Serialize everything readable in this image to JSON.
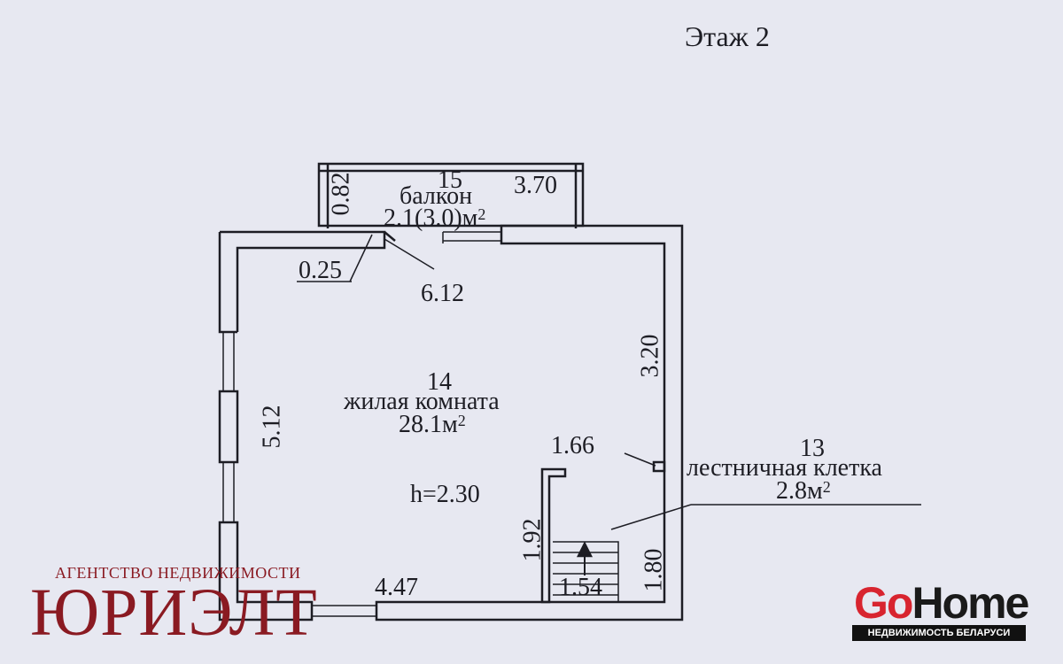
{
  "floor_title": "Этаж 2",
  "balcony": {
    "number": "15",
    "name": "балкон",
    "area_main": "2.1(3.0)м",
    "area_sup": "2",
    "width_dim": "3.70",
    "depth_dim": "0.82"
  },
  "room": {
    "number": "14",
    "name": "жилая комната",
    "area_main": "28.1м",
    "area_sup": "2",
    "height": "h=2.30",
    "dim_top": "6.12",
    "dim_left": "5.12",
    "dim_right": "3.20",
    "dim_bottom": "4.47",
    "dim_wall": "0.25"
  },
  "stair": {
    "number": "13",
    "name": "лестничная клетка",
    "area_main": "2.8м",
    "area_sup": "2",
    "dim_top": "1.66",
    "dim_side": "1.92",
    "dim_right": "1.80",
    "dim_bottom": "1.54"
  },
  "agency": {
    "subtitle": "АГЕНТСТВО НЕДВИЖИМОСТИ",
    "name": "ЮРИЭЛТ"
  },
  "gohome": {
    "go": "Go",
    "home": "Home",
    "tagline": "НЕДВИЖИМОСТЬ БЕЛАРУСИ"
  },
  "colors": {
    "paper": "#e7e8f1",
    "ink": "#1d1d24",
    "agency_red": "#8a1a22",
    "gohome_red": "#d8242f"
  }
}
